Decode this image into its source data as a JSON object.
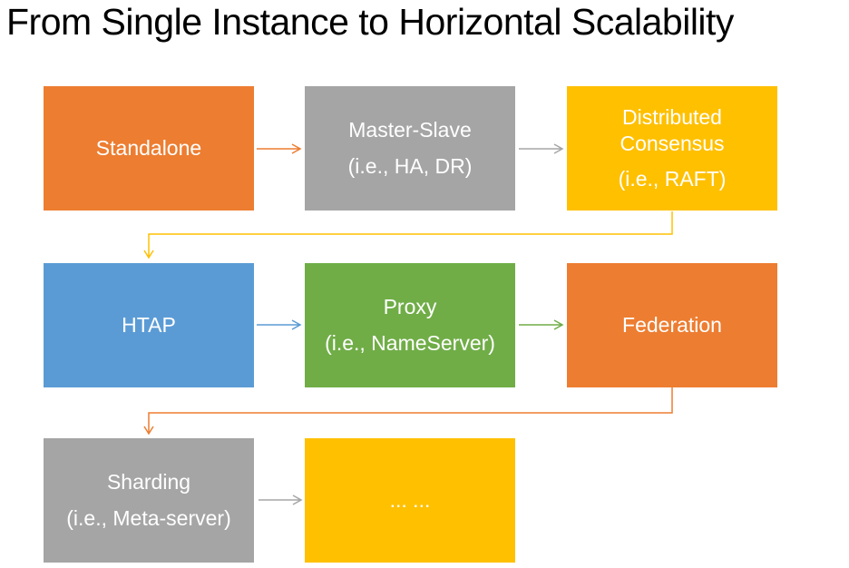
{
  "title": "From Single Instance to Horizontal Scalability",
  "palette": {
    "orange": "#ED7D31",
    "gray": "#A5A5A5",
    "gold": "#FFC000",
    "blue": "#5B9BD5",
    "green": "#70AD47",
    "arrow-gray": "#A6A6A6",
    "title-color": "#000000"
  },
  "boxes": [
    {
      "label": "Standalone",
      "sub": "",
      "color": "orange"
    },
    {
      "label": "Master-Slave",
      "sub": "(i.e., HA, DR)",
      "color": "gray"
    },
    {
      "label": "Distributed Consensus",
      "sub": "(i.e., RAFT)",
      "color": "gold"
    },
    {
      "label": "HTAP",
      "sub": "",
      "color": "blue"
    },
    {
      "label": "Proxy",
      "sub": "(i.e., NameServer)",
      "color": "green"
    },
    {
      "label": "Federation",
      "sub": "",
      "color": "orange"
    },
    {
      "label": "Sharding",
      "sub": "(i.e., Meta-server)",
      "color": "gray"
    },
    {
      "label": "... ...",
      "sub": "",
      "color": "gold"
    }
  ],
  "arrows": [
    {
      "from": "Standalone",
      "to": "Master-Slave",
      "color": "orange",
      "shape": "straight"
    },
    {
      "from": "Master-Slave",
      "to": "Distributed Consensus",
      "color": "gray",
      "shape": "straight"
    },
    {
      "from": "Distributed Consensus",
      "to": "HTAP",
      "color": "gold",
      "shape": "elbow"
    },
    {
      "from": "HTAP",
      "to": "Proxy",
      "color": "blue",
      "shape": "straight"
    },
    {
      "from": "Proxy",
      "to": "Federation",
      "color": "green",
      "shape": "straight"
    },
    {
      "from": "Federation",
      "to": "Sharding",
      "color": "orange",
      "shape": "elbow"
    },
    {
      "from": "Sharding",
      "to": "... ...",
      "color": "gray",
      "shape": "straight"
    }
  ]
}
